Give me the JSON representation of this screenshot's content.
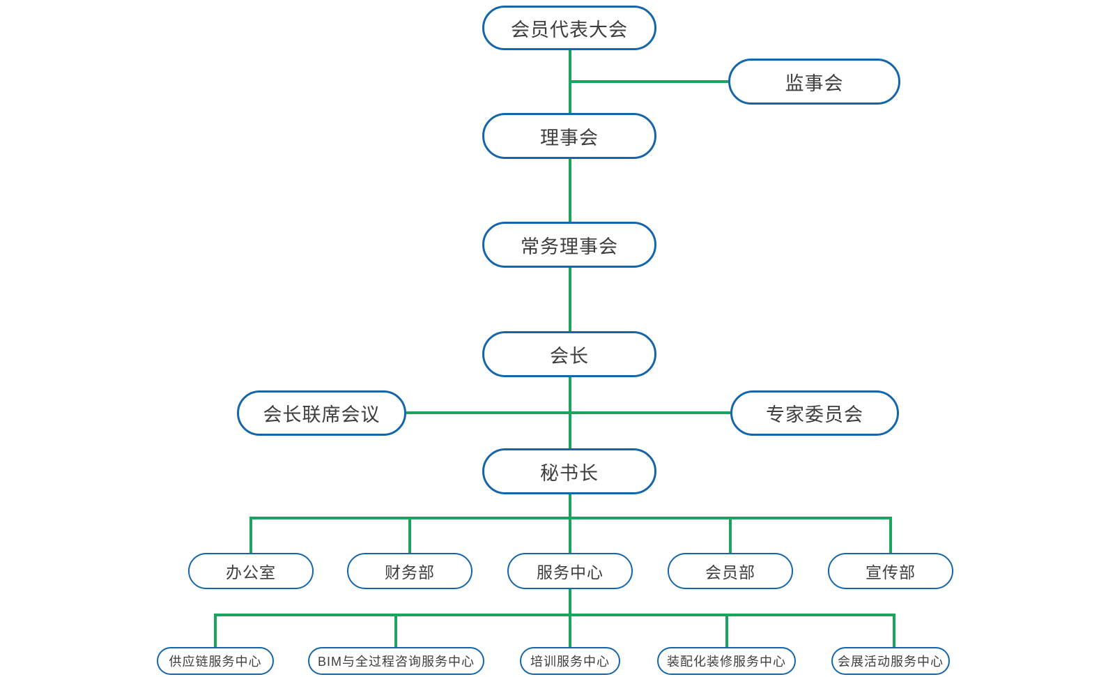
{
  "org_chart": {
    "nodes": {
      "assembly": "会员代表大会",
      "supervisory_board": "监事会",
      "council": "理事会",
      "standing_council": "常务理事会",
      "president": "会长",
      "presidents_joint_meeting": "会长联席会议",
      "expert_committee": "专家委员会",
      "secretary_general": "秘书长",
      "office": "办公室",
      "finance_dept": "财务部",
      "service_center": "服务中心",
      "membership_dept": "会员部",
      "publicity_dept": "宣传部",
      "supply_chain_service_center": "供应链服务中心",
      "bim_consulting_service_center": "BIM与全过程咨询服务中心",
      "training_service_center": "培训服务中心",
      "prefab_decoration_service_center": "装配化装修服务中心",
      "exhibition_service_center": "会展活动服务中心"
    },
    "colors": {
      "box_border": "#1565aa",
      "connector": "#1ca35e",
      "text": "#3d3d3d",
      "background": "#ffffff"
    }
  }
}
